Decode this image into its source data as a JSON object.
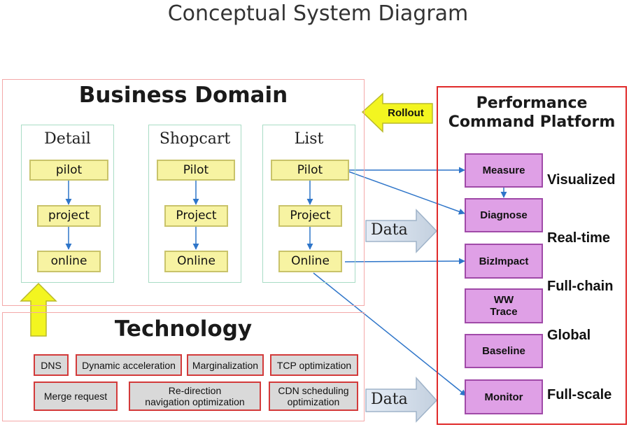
{
  "title": "Conceptual System Diagram",
  "business_domain": {
    "label": "Business Domain",
    "columns": [
      {
        "title": "Detail",
        "stages": [
          "pilot",
          "project",
          "online"
        ]
      },
      {
        "title": "Shopcart",
        "stages": [
          "Pilot",
          "Project",
          "Online"
        ]
      },
      {
        "title": "List",
        "stages": [
          "Pilot",
          "Project",
          "Online"
        ]
      }
    ]
  },
  "technology": {
    "label": "Technology",
    "row1": [
      "DNS",
      "Dynamic acceleration",
      "Marginalization",
      "TCP optimization"
    ],
    "row2": [
      "Merge request",
      "Re-direction\nnavigation optimization",
      "CDN scheduling\noptimization"
    ]
  },
  "platform": {
    "label": "Performance\nCommand Platform",
    "modules": [
      "Measure",
      "Diagnose",
      "BizImpact",
      "WW\nTrace",
      "Baseline",
      "Monitor"
    ],
    "properties": [
      "Visualized",
      "Real-time",
      "Full-chain",
      "Global",
      "Full-scale"
    ]
  },
  "rollout_label": "Rollout",
  "data_labels": [
    "Data",
    "Data"
  ],
  "colors": {
    "stage_fill": "#f7f3a2",
    "module_fill": "#dfa0e6",
    "tech_fill": "#d9d9d9",
    "arrow_yellow": "#f3f520",
    "connector_blue": "#2e75c9",
    "platform_border": "#e02a2a"
  }
}
